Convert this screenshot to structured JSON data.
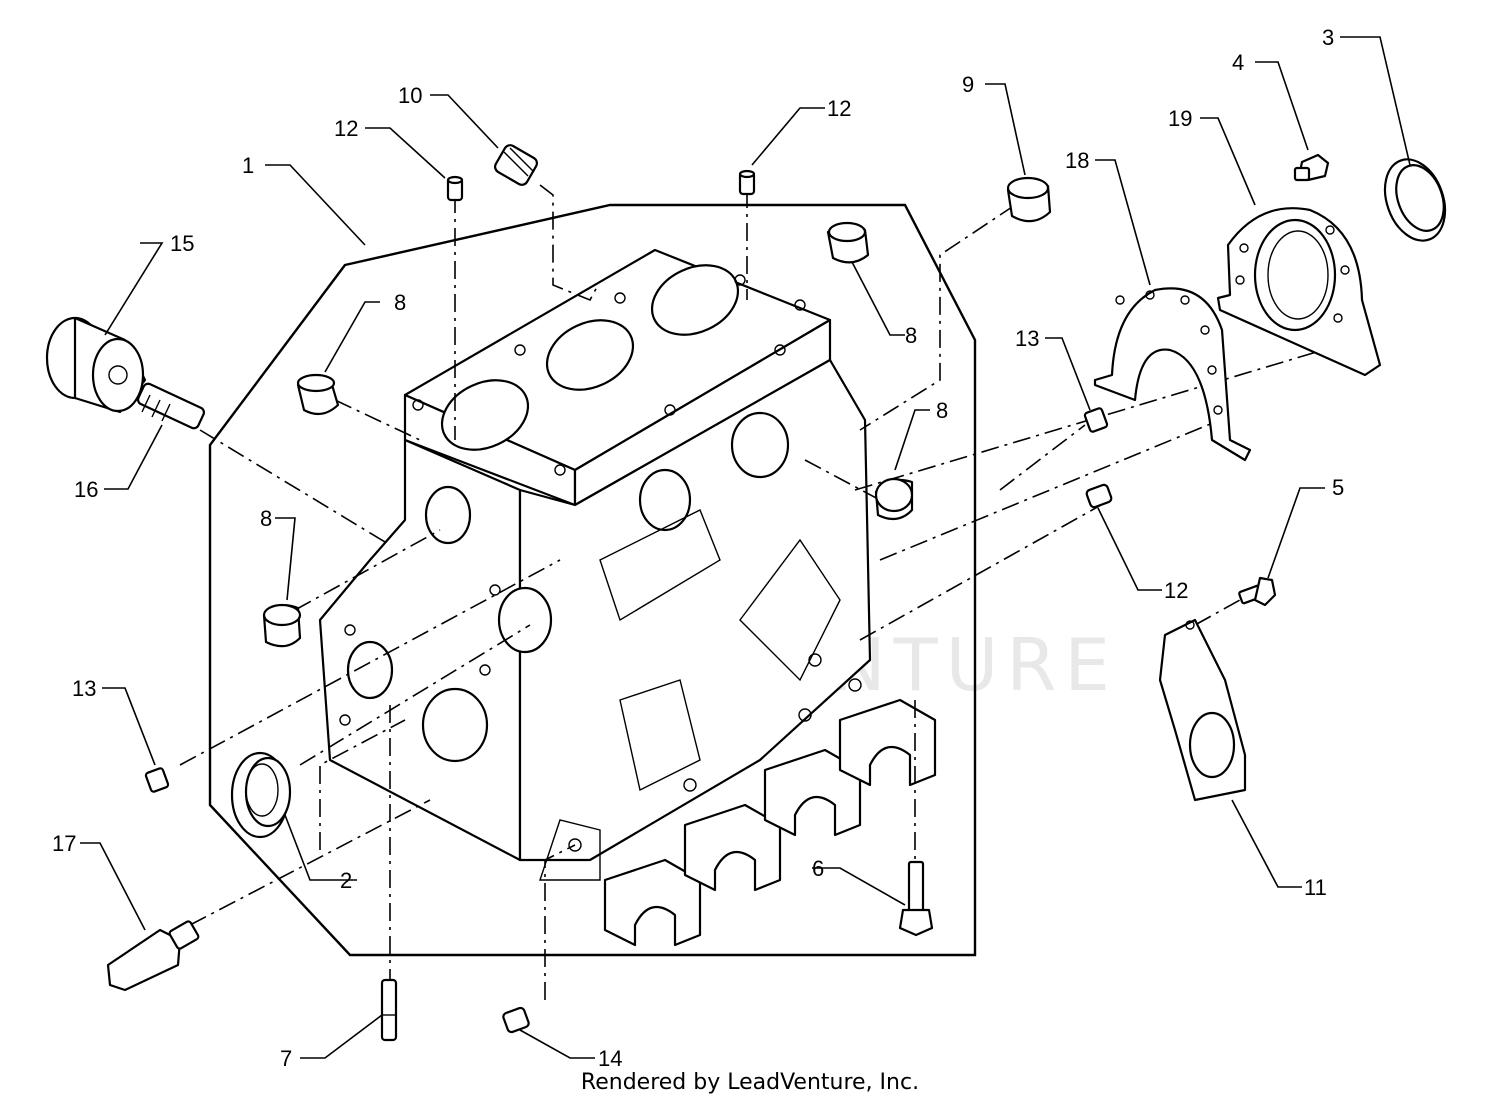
{
  "diagram": {
    "watermark_text": "LEADVENTURE",
    "footer_text": "Rendered by LeadVenture, Inc.",
    "callouts": [
      {
        "id": "c1",
        "label": "1"
      },
      {
        "id": "c2",
        "label": "2"
      },
      {
        "id": "c3",
        "label": "3"
      },
      {
        "id": "c4",
        "label": "4"
      },
      {
        "id": "c5",
        "label": "5"
      },
      {
        "id": "c6",
        "label": "6"
      },
      {
        "id": "c7",
        "label": "7"
      },
      {
        "id": "c8a",
        "label": "8"
      },
      {
        "id": "c8b",
        "label": "8"
      },
      {
        "id": "c8c",
        "label": "8"
      },
      {
        "id": "c8d",
        "label": "8"
      },
      {
        "id": "c9",
        "label": "9"
      },
      {
        "id": "c10",
        "label": "10"
      },
      {
        "id": "c11",
        "label": "11"
      },
      {
        "id": "c12a",
        "label": "12"
      },
      {
        "id": "c12b",
        "label": "12"
      },
      {
        "id": "c12c",
        "label": "12"
      },
      {
        "id": "c13a",
        "label": "13"
      },
      {
        "id": "c13b",
        "label": "13"
      },
      {
        "id": "c14",
        "label": "14"
      },
      {
        "id": "c15",
        "label": "15"
      },
      {
        "id": "c16",
        "label": "16"
      },
      {
        "id": "c17",
        "label": "17"
      },
      {
        "id": "c18",
        "label": "18"
      },
      {
        "id": "c19",
        "label": "19"
      }
    ]
  }
}
